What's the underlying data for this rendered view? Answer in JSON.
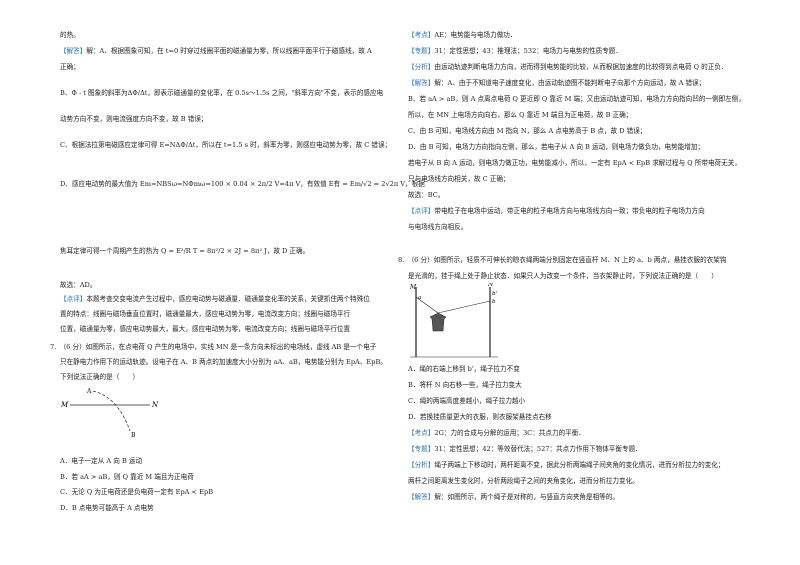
{
  "left": {
    "l01": "的热。",
    "l02_tag": "【解答】",
    "l02": "解：A、根据图象可知，在 t=0 时穿过线圈平面的磁通量为零，所以线圈平面平行于磁感线，故 A",
    "l03": "正确；",
    "l04": "B、Φ - t 图象的斜率为ΔΦ/Δt，即表示磁通量的变化率，在 0.5s～1.5s 之间，\"斜率方向\"不变，表示的感应电",
    "l05": "动势方向不变，则电流强度方向不变，故 B 错误；",
    "l06": "C、根据法拉第电磁感应定律可得 E=NΔΦ/Δt，所以在 t=1.5 s 时，斜率为零，则感应电动势为零，故 C 错误；",
    "l07": "D、感应电动势的最大值为 Em=NBSω=NΦmω=100 × 0.04 × 2π/2 V=4π V，有效值 E有 = Em/√2 = 2√2π V，根据",
    "l08": "焦耳定律可得一个周期产生的热为 Q = E²/R T = 8π²/2 × 2J = 8π² J，故 D 正确。",
    "l09": "故选：AD。",
    "l10_tag": "【点评】",
    "l10": "本题考查交变电流产生过程中，感应电动势与磁通量、磁通量变化率的关系，关键抓住两个特殊位",
    "l11": "置的特点：线圈与磁场垂直位置时，磁通量最大，感应电动势为零，电流改变方向；线圈与磁场平行",
    "l12": "位置，磁通量为零，感应电动势最大，最大，感应电动势为零，电流改变方向；线圈与磁场平行位置",
    "q7_1": "7.　（6 分）如图所示，在点电荷 Q 产生的电场中，实线 MN 是一条方向未标出的电场线，虚线 AB 是一个电子",
    "q7_2": "只在静电力作用下的运动轨迹。设电子在 A、B 两点的加速度大小分别为 aA、aB，电势能分别为 EpA、EpB。",
    "q7_3": "下列说法正确的是（　　）",
    "optA": "A．电子一定从 A 向 B 运动",
    "optB": "B．若 aA > aB，则 Q 靠近 M 端且为正电荷",
    "optC": "C．无论 Q 为正电荷还是负电荷一定有 EpA < EpB",
    "optD": "D．B 点电势可能高于 A 点电势",
    "fig_M": "M",
    "fig_N": "N",
    "fig_A": "A",
    "fig_B": "B"
  },
  "right": {
    "r01_tag": "【考点】",
    "r01": "AE：电势能与电场力做功．",
    "r02_tag": "【专题】",
    "r02": "31：定性思想；43：推理法；532：电场力与电势的性质专题．",
    "r03_tag": "【分析】",
    "r03": "由运动轨迹判断电场力方向，进而得到电势能的比较，从而根据加速度的比较得到点电荷 Q 的正负．",
    "r04_tag": "【解答】",
    "r04": "解：A、由于不知道电子速度变化，由运动轨迹图不能判断电子向那个方向运动，故 A 错误；",
    "r05": "B、若 aA > aB，则 A 点离点电荷 Q 更近即 Q 靠近 M 端；又由运动轨迹可知，电场力方向指向凹的一侧即左侧，",
    "r06": "所以，在 MN 上电场方向向右，那么 Q 靠近 M 端且为正电荷，故 B 正确；",
    "r07": "C、由 B 可知，电场线方向由 M 指向 N，那么 A 点电势高于 B 点，故 D 错误；",
    "r08": "D、由 B 可知，电场力方向指向左侧，那么，若电子从 A 向 B 运动，则电场力做负功，电势能增加；",
    "r09": "若电子从 B 向 A 运动，则电场力做正功，电势能减小，所以，一定有 EpA < EpB 求解过程与 Q 所带电荷无关，",
    "r10": "只与电场线方向相关，故 C 正确；",
    "r11": "故选：BC。",
    "r12_tag": "【点评】",
    "r12": "带电粒子在电场中运动，带正电的粒子电场方向与电场线方向一致；带负电的粒子电场力方向",
    "r13": "与电场线方向相反。",
    "q8_1": "8.　（6 分）如图所示，轻质不可伸长的晾衣绳两端分别固定在竖直杆 M、N 上的 a、b 两点，悬挂衣服的衣架钩",
    "q8_2": "是光滑的，挂于绳上处于静止状态．如果只人为改变一个条件，当衣架静止时，下列说法正确的是（　　）",
    "fig_M": "M",
    "fig_N": "N",
    "fig_a": "a",
    "fig_b": "b",
    "fig_b2": "b'",
    "optA": "A．绳的右端上移到 b'，绳子拉力不变",
    "optB": "B．将杆 N 向右移一些，绳子拉力变大",
    "optC": "C．绳的两端高度差越小，绳子拉力越小",
    "optD": "D．若换挂质量更大的衣服，则衣服架悬挂点右移",
    "r14_tag": "【考点】",
    "r14": "2G：力的合成与分解的运用；3C：共点力的平衡．",
    "r15_tag": "【专题】",
    "r15": "31：定性思想；42：等效替代法；527：共点力作用下物体平衡专题．",
    "r16_tag": "【分析】",
    "r16": "绳子两端上下移动时，两杆距离不变，据此分析两端绳子间夹角的变化情况，进而分析拉力的变化；",
    "r17": "两杆之间距离发生变化时，分析两段绳子之间的夹角变化，进而分析拉力变化。",
    "r18_tag": "【解答】",
    "r18": "解：如图所示，两个绳子是对称的，与竖直方向夹角是相等的。"
  }
}
